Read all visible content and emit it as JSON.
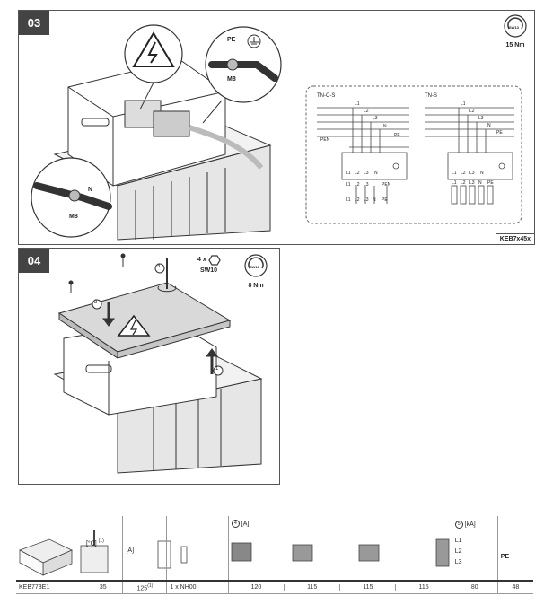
{
  "step03": {
    "number": "03",
    "warning_pe": "PE",
    "bolt_top": "M8",
    "bolt_left_n": "N",
    "bolt_left": "M8",
    "torque_tool": "SW13",
    "torque": "15 Nm",
    "code": "KEB7x45x",
    "tnc_title": "TN-C-S",
    "tns_title": "TN-S",
    "tnc_lines": [
      "L1",
      "L2",
      "L3",
      "PEN"
    ],
    "tns_lines": [
      "L1",
      "L2",
      "L3",
      "N",
      "PE"
    ],
    "tnc_pen_label": "PEN",
    "tnc_n_label": "N",
    "tnc_pe_label": "PE",
    "tnc_terminals_top": [
      "L1",
      "L2",
      "L3",
      "N"
    ],
    "tnc_out_1": [
      "L1",
      "L2",
      "L3",
      "PEN"
    ],
    "tnc_out_2": [
      "L1",
      "L2",
      "L3",
      "N",
      "PE"
    ],
    "tns_terminals_top": [
      "L1",
      "L2",
      "L3",
      "N"
    ],
    "tns_out": [
      "L1",
      "L2",
      "L3",
      "N",
      "PE"
    ]
  },
  "step04": {
    "number": "04",
    "screws": "4 x",
    "tool": "SW10",
    "torque_tool": "SW10",
    "torque": "8 Nm",
    "callout_1": "1",
    "callout_2": "2",
    "callout_3": "3"
  },
  "table": {
    "temp_header": "[°C]",
    "temp_sup": "(1)",
    "current_header": "[A]",
    "icc_a_num": "4",
    "icc_a_label": "[A]",
    "icc_ka_num": "5",
    "icc_ka_label": "[kA]",
    "phases": [
      "L1",
      "L2",
      "L3"
    ],
    "pe": "PE",
    "row": {
      "code": "KEB773E1",
      "temp": "35",
      "current": "125",
      "current_sup": "(1)",
      "fuse": "1 x NH00",
      "v1": "120",
      "v2": "115",
      "v3": "115",
      "v4": "115",
      "ka_l": "80",
      "ka_pe": "48"
    }
  }
}
